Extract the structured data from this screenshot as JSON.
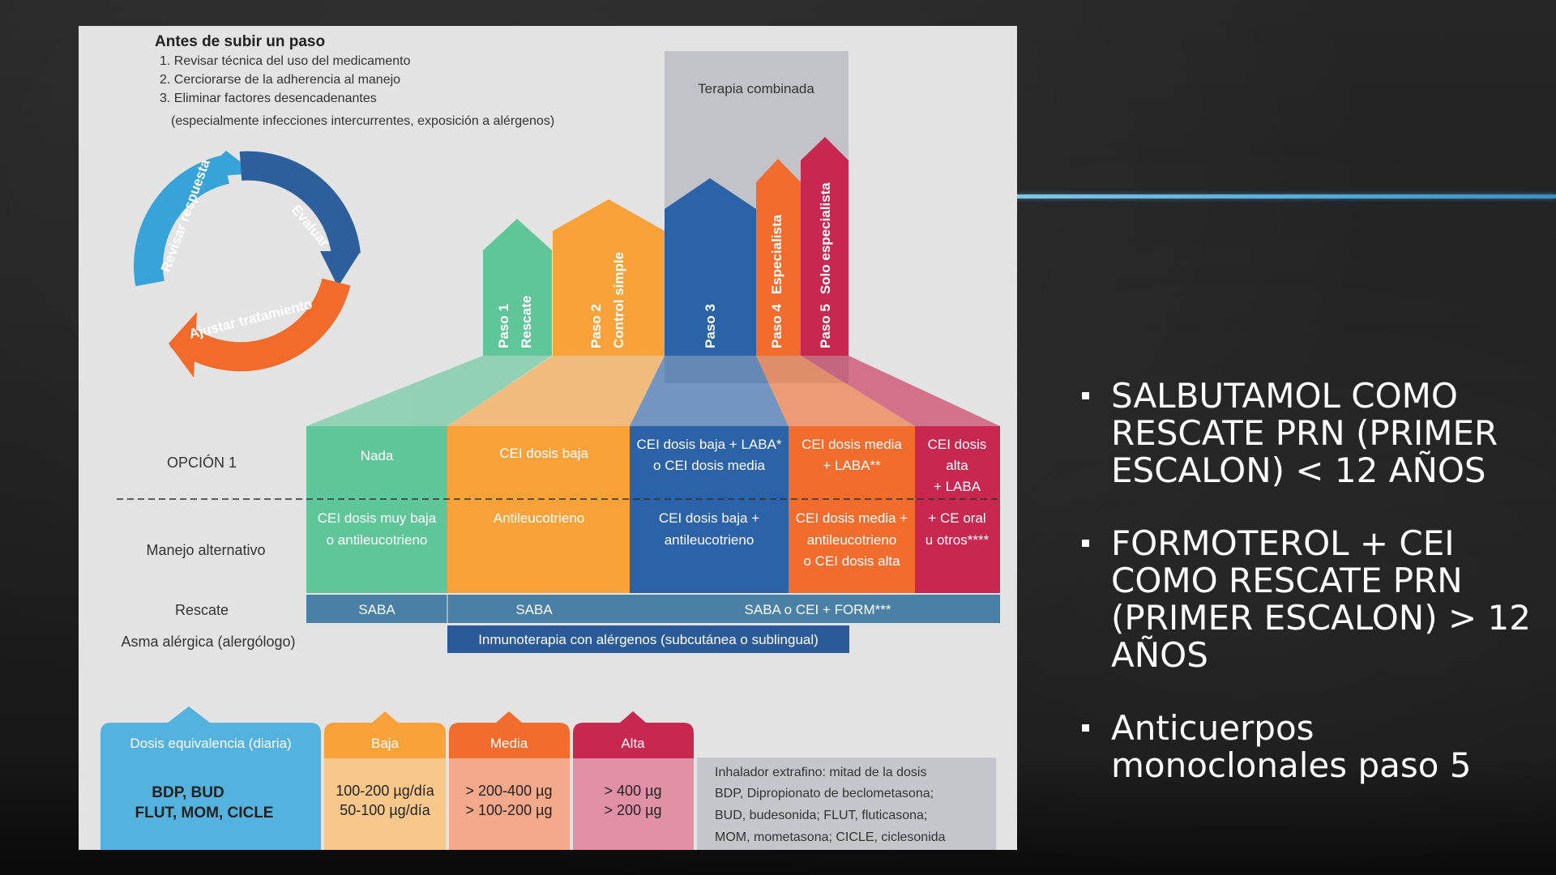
{
  "colors": {
    "green": "#5fc69a",
    "orange": "#f9a23a",
    "blue": "#2b62a8",
    "orange_red": "#f26c2e",
    "crimson": "#c8274f",
    "steel": "#4a7fa6",
    "gray": "#c1c3c8",
    "light_blue": "#54b2de",
    "accent_line": "#4fa9d8"
  },
  "header": {
    "title": "Antes de subir un paso",
    "steps": [
      "1. Revisar técnica del uso del medicamento",
      "2. Cerciorarse de la adherencia al manejo",
      "3. Eliminar factores desencadenantes",
      "(especialmente infecciones intercurrentes, exposición a alérgenos)"
    ]
  },
  "cycle": {
    "labels": [
      "Revisar respuesta",
      "Evaluar",
      "Ajustar tratamiento"
    ]
  },
  "therapy_label": "Terapia combinada",
  "steps": [
    {
      "name": "Paso 1",
      "sub": "Rescate"
    },
    {
      "name": "Paso 2",
      "sub": "Control simple"
    },
    {
      "name": "Paso 3",
      "sub": ""
    },
    {
      "name": "Paso 4",
      "sub": "Especialista"
    },
    {
      "name": "Paso 5",
      "sub": "Solo especialista"
    }
  ],
  "row_labels": {
    "option1": "OPCIÓN 1",
    "alternative": "Manejo alternativo",
    "rescue": "Rescate",
    "allergic": "Asma alérgica (alergólogo)"
  },
  "option1": [
    [
      "Nada"
    ],
    [
      "CEI dosis baja"
    ],
    [
      "CEI dosis baja + LABA*",
      "o CEI dosis media"
    ],
    [
      "CEI dosis media",
      "+ LABA**"
    ],
    [
      "CEI dosis",
      "alta",
      "+ LABA"
    ]
  ],
  "alternative": [
    [
      "CEI dosis muy baja",
      "o antileucotrieno"
    ],
    [
      "Antileucotrieno"
    ],
    [
      "CEI dosis baja +",
      "antileucotrieno"
    ],
    [
      "CEI dosis media +",
      "antileucotrieno",
      "o CEI dosis alta"
    ],
    [
      "+ CE oral",
      "u otros****"
    ]
  ],
  "rescue": [
    "SABA",
    "SABA",
    "SABA o CEI + FORM***"
  ],
  "immunotherapy": "Inmunoterapia con alérgenos (subcutánea o sublingual)",
  "dose_table": {
    "headers": [
      "Dosis equivalencia (diaria)",
      "Baja",
      "Media",
      "Alta"
    ],
    "drugs": [
      "BDP, BUD",
      "FLUT, MOM, CICLE"
    ],
    "low": [
      "100-200 µg/día",
      "50-100 µg/día"
    ],
    "medium": [
      "> 200-400 µg",
      "> 100-200 µg"
    ],
    "high": [
      "> 400 µg",
      "> 200 µg"
    ],
    "notes": [
      "Inhalador extrafino: mitad de la dosis",
      "BDP, Dipropionato de beclometasona;",
      "BUD, budesonida; FLUT, fluticasona;",
      "MOM, mometasona; CICLE, ciclesonida"
    ]
  },
  "bullets": [
    "SALBUTAMOL COMO RESCATE PRN (PRIMER ESCALON) < 12 AÑOS",
    "FORMOTEROL + CEI COMO RESCATE PRN (PRIMER ESCALON) > 12 AÑOS",
    "Anticuerpos monoclonales paso 5"
  ]
}
